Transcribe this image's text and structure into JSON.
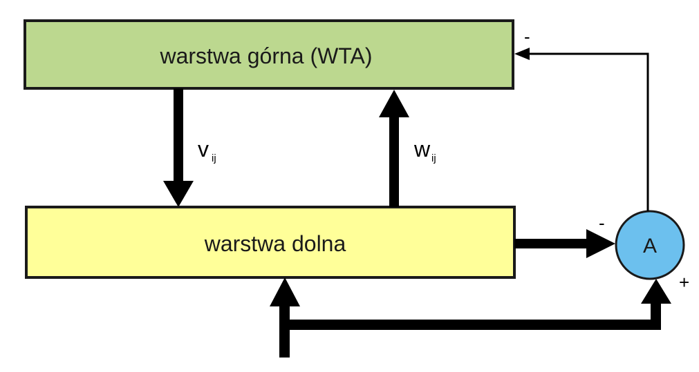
{
  "upper_layer": {
    "label": "warstwa górna (WTA)",
    "fill": "#bcd88f"
  },
  "lower_layer": {
    "label": "warstwa dolna",
    "fill": "#ffff99"
  },
  "weights": {
    "down": {
      "main": "v",
      "sub": "ij"
    },
    "up": {
      "main": "w",
      "sub": "ij"
    }
  },
  "node": {
    "label": "A",
    "fill": "#6cc0ee"
  },
  "signs": {
    "feedback_minus": "-",
    "node_minus": "-",
    "node_plus": "+"
  }
}
